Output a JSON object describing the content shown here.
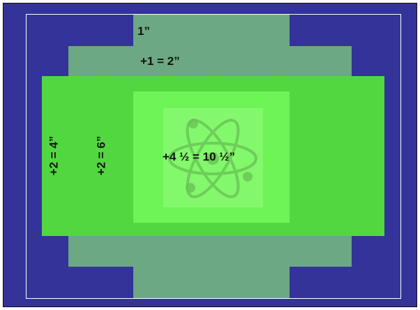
{
  "diagram": {
    "colors": {
      "background": "#333399",
      "outer_layer": "#3e7a66",
      "green_layer": "#5ef048",
      "inner_square": "#72f65a",
      "core_square": "#86f86e",
      "atom_watermark": "#6bc45a"
    },
    "labels": {
      "layer1": "1”",
      "layer2": "+1 = 2”",
      "layer3_left": "+2 = 4”",
      "layer4_left": "+2 = 6”",
      "center": "+4 ½ = 10 ½”"
    },
    "watermark": "atom-symbol"
  }
}
